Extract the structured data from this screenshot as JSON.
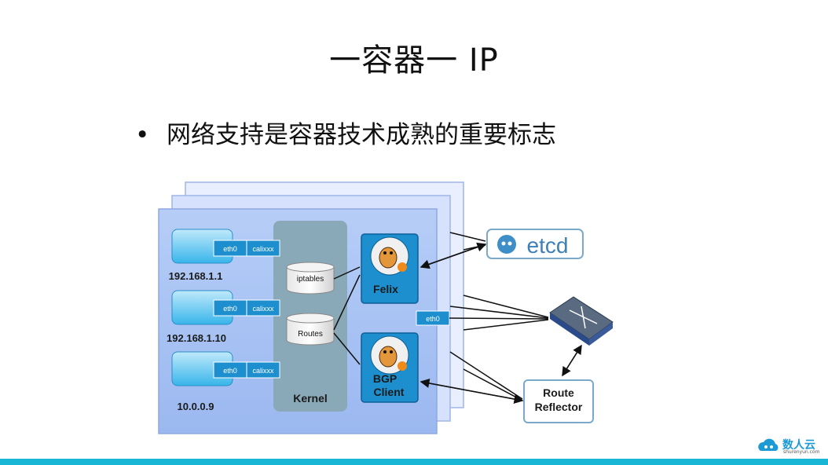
{
  "slide": {
    "title": "一容器一 IP",
    "bullet_mark": "•",
    "bullet_text": "网络支持是容器技术成熟的重要标志"
  },
  "diagram": {
    "containers": [
      {
        "ip": "192.168.1.1",
        "eth": "eth0",
        "cali": "calixxx"
      },
      {
        "ip": "192.168.1.10",
        "eth": "eth0",
        "cali": "calixxx"
      },
      {
        "ip": "10.0.0.9",
        "eth": "eth0",
        "cali": "calixxx"
      }
    ],
    "kernel": {
      "label": "Kernel",
      "iptables": "iptables",
      "routes": "Routes"
    },
    "felix": {
      "label": "Felix"
    },
    "bgp": {
      "label_line1": "BGP",
      "label_line2": "Client"
    },
    "host_eth": "eth0",
    "etcd": {
      "label": "etcd"
    },
    "route_reflector": {
      "line1": "Route",
      "line2": "Reflector"
    }
  },
  "brand": {
    "name_cn": "数人云",
    "name_en": "shurenyun.com"
  },
  "colors": {
    "accent_bar": "#1ab6d6",
    "host_fill": "#a9c4f5",
    "kernel_fill": "#8aa9b8",
    "iface_fill": "#1d8fcf"
  }
}
